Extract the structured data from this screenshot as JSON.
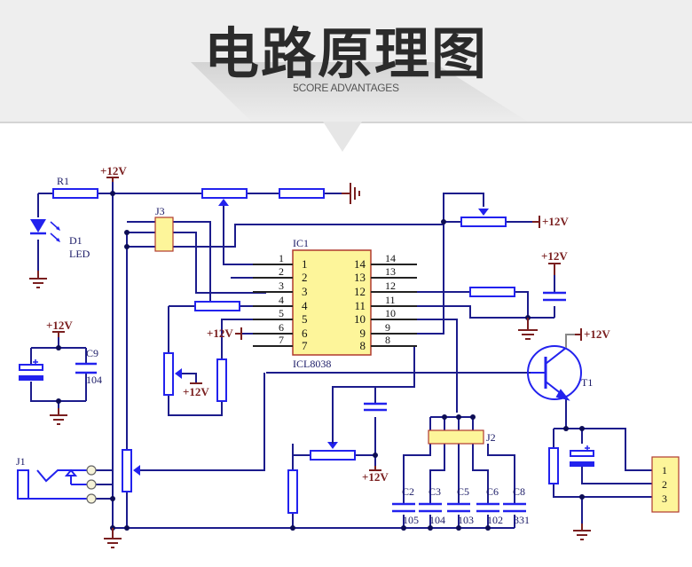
{
  "header": {
    "title": "电路原理图",
    "subtitle": "5CORE ADVANTAGES"
  },
  "colors": {
    "wire": "#1c1c8c",
    "component": "#2222ee",
    "power": "#7a1f1f",
    "ic_fill": "#fdf59a",
    "ic_border": "#b03a2e",
    "header_bg": "#eeeeee"
  },
  "schematic": {
    "power_label": "+12V",
    "ic": {
      "ref": "IC1",
      "part": "ICL8038",
      "left_pins": [
        "1",
        "2",
        "3",
        "4",
        "5",
        "6",
        "7"
      ],
      "right_pins": [
        "14",
        "13",
        "12",
        "11",
        "10",
        "9",
        "8"
      ]
    },
    "components": {
      "r1": "R1",
      "d1": "D1",
      "d1_type": "LED",
      "j1": "J1",
      "j2": "J2",
      "j3": "J3",
      "t1": "T1",
      "c9": "C9",
      "c9_value": "104"
    },
    "cap_bank": [
      {
        "ref": "C2",
        "value": "105"
      },
      {
        "ref": "C3",
        "value": "104"
      },
      {
        "ref": "C5",
        "value": "103"
      },
      {
        "ref": "C6",
        "value": "102"
      },
      {
        "ref": "C8",
        "value": "331"
      }
    ],
    "output_connector_pins": [
      "1",
      "2",
      "3"
    ]
  }
}
